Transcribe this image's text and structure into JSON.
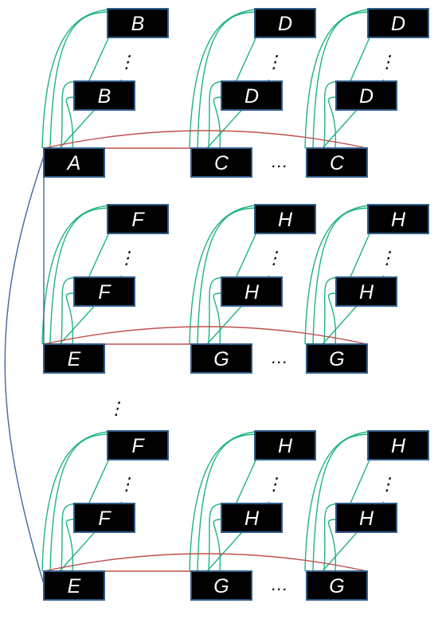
{
  "labels": {
    "a": "A",
    "b": "B",
    "c": "C",
    "d": "D",
    "e": "E",
    "f": "F",
    "g": "G",
    "h": "H"
  },
  "ellipsis": {
    "horizontal": "…",
    "vertical": "⋮"
  },
  "colors": {
    "node_fill": "#000000",
    "node_border": "#2f5c8a",
    "label": "#ffffff",
    "green_edges": "#1fb383",
    "red_edges": "#c0504d",
    "blue_edges": "#4466a0"
  }
}
